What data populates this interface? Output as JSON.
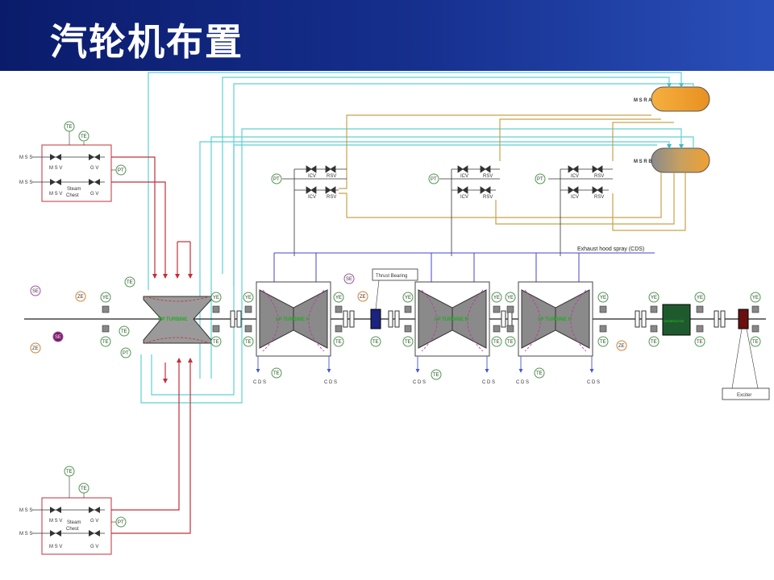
{
  "header": {
    "title": "汽轮机布置"
  },
  "msr": {
    "a": "M S R  A",
    "b": "M S R  B"
  },
  "chest": {
    "mss": "M S S",
    "msv": "M S V",
    "gv": "G V",
    "steam": "Steam",
    "chest": "Chest"
  },
  "valves": {
    "icv": "ICV",
    "rsv": "RSV"
  },
  "turbines": {
    "hp": "HP TURBINE",
    "lp_a": "LP TURBINE A",
    "lp_b": "LP TURBINE B",
    "lp_c": "LP TURBINE C"
  },
  "generator": "GENERATOR",
  "exhaust_spray": "Exhaust hood spray (CDS)",
  "thrust_bearing": "Thrust Bearing",
  "exciter": "Exciter",
  "cds": "C D S",
  "inst": {
    "te": "TE",
    "ye": "YE",
    "pt": "PT",
    "ze": "ZE",
    "se": "SE"
  },
  "colors": {
    "steam_red": "#c0303a",
    "reheat_cyan": "#5fd0d4",
    "msr_line": "#c9a24a",
    "drain": "#5566cc",
    "spray": "#4444cc",
    "turbine_gray": "#8a8a8a",
    "generator_green": "#1f5a2e",
    "exciter_red": "#6a1010",
    "thrust_blue": "#1a237e"
  }
}
